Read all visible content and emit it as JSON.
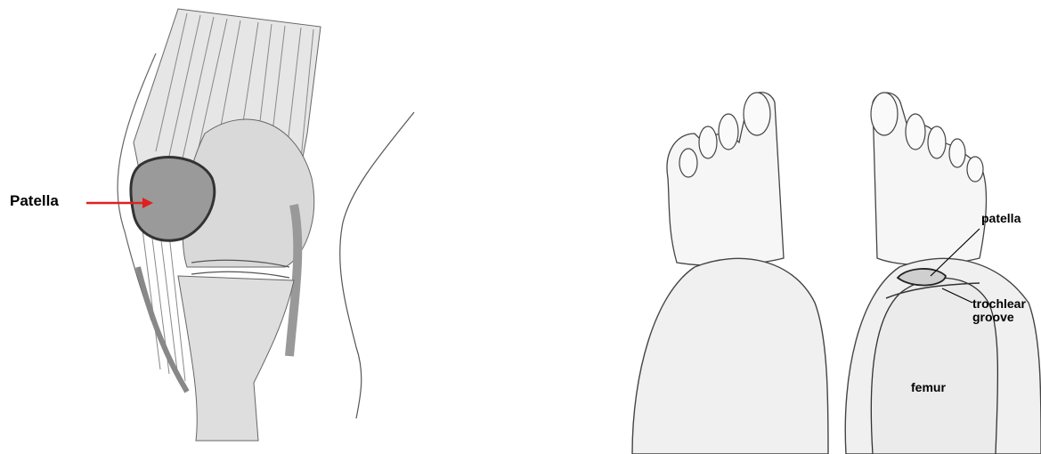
{
  "left_diagram": {
    "label_patella": "Patella",
    "arrow_color": "#e02020"
  },
  "right_diagram": {
    "label_patella": "patella",
    "label_trochlear_line1": "trochlear",
    "label_trochlear_line2": "groove",
    "label_femur": "femur"
  }
}
